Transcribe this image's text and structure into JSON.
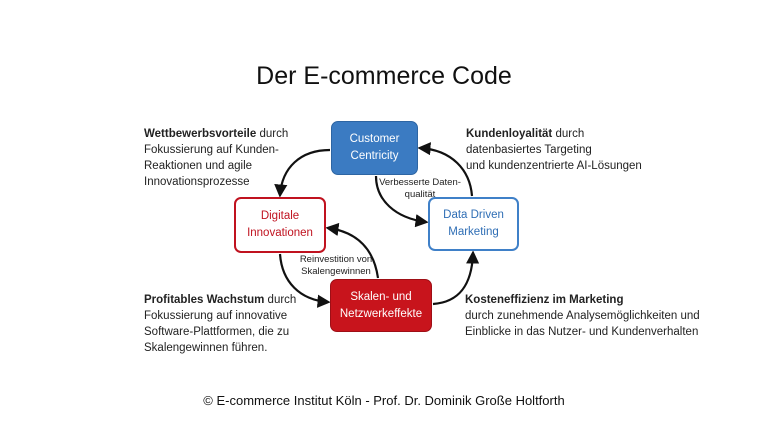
{
  "title": "Der E-commerce Code",
  "boxes": {
    "customer": "Customer\nCentricity",
    "digital": "Digitale\nInnovationen",
    "data": "Data Driven\nMarketing",
    "skalen": "Skalen- und\nNetzwerkeffekte"
  },
  "inner_labels": {
    "daten": "Verbesserte Daten-\nqualität",
    "reinvest": "Reinvestition von\nSkalengewinnen"
  },
  "notes": {
    "top_left": {
      "bold": "Wettbewerbsvorteile",
      "rest": " durch\nFokussierung auf Kunden-\nReaktionen und agile\nInnovationsprozesse"
    },
    "top_right": {
      "bold": "Kundenloyalität",
      "rest": " durch\ndatenbasiertes Targeting\nund kundenzentrierte  AI-Lösungen"
    },
    "bottom_left": {
      "bold": "Profitables Wachstum",
      "rest": " durch\nFokussierung auf innovative\nSoftware-Plattformen, die zu\nSkalengewinnen führen."
    },
    "bottom_right": {
      "bold": "Kosteneffizienz im Marketing",
      "rest": "\ndurch zunehmende  Analysemöglichkeiten und\nEinblicke in das Nutzer- und Kundenverhalten"
    }
  },
  "footer": "© E-commerce Institut Köln - Prof. Dr. Dominik Große Holtforth",
  "colors": {
    "blue": "#3b7bc2",
    "red": "#c8141c",
    "text": "#1a1a1a"
  }
}
